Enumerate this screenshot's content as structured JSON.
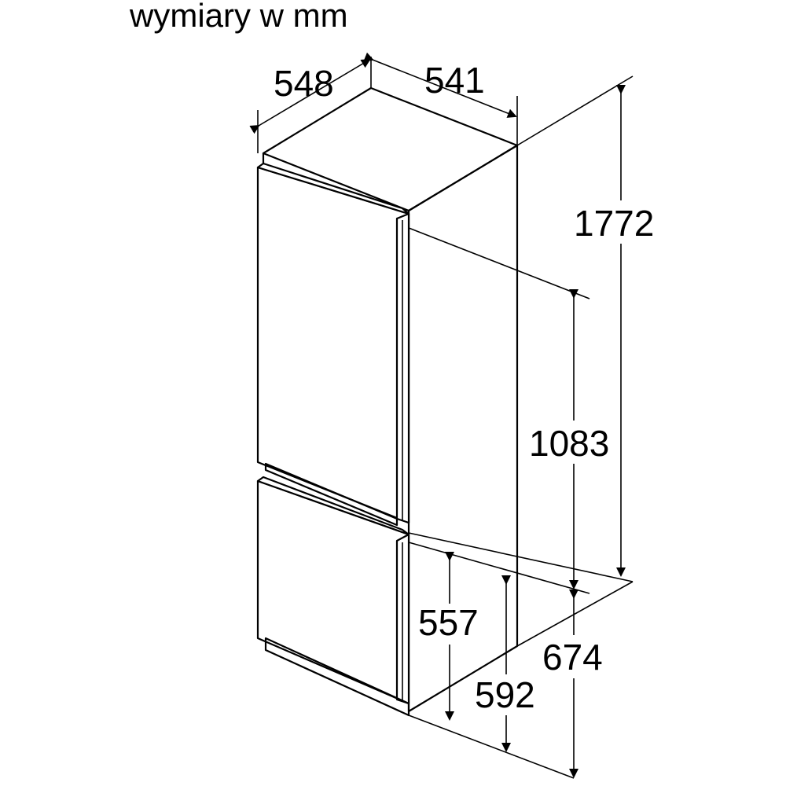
{
  "title": "wymiary w mm",
  "dimensions": {
    "depth_total": "548",
    "depth_body": "541",
    "height_total": "1772",
    "height_upper": "1083",
    "height_lower_door": "557",
    "height_lower_inner": "592",
    "height_lower_total": "674"
  },
  "colors": {
    "line": "#000000",
    "background": "#ffffff"
  }
}
